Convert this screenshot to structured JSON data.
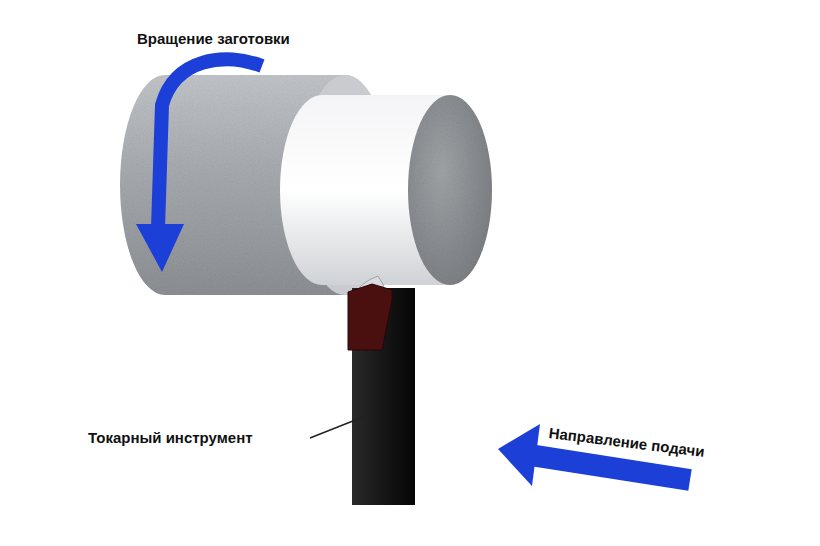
{
  "diagram": {
    "labels": [
      "Вращение заготовки",
      "Токарный инструмент",
      "Направление подачи"
    ]
  }
}
